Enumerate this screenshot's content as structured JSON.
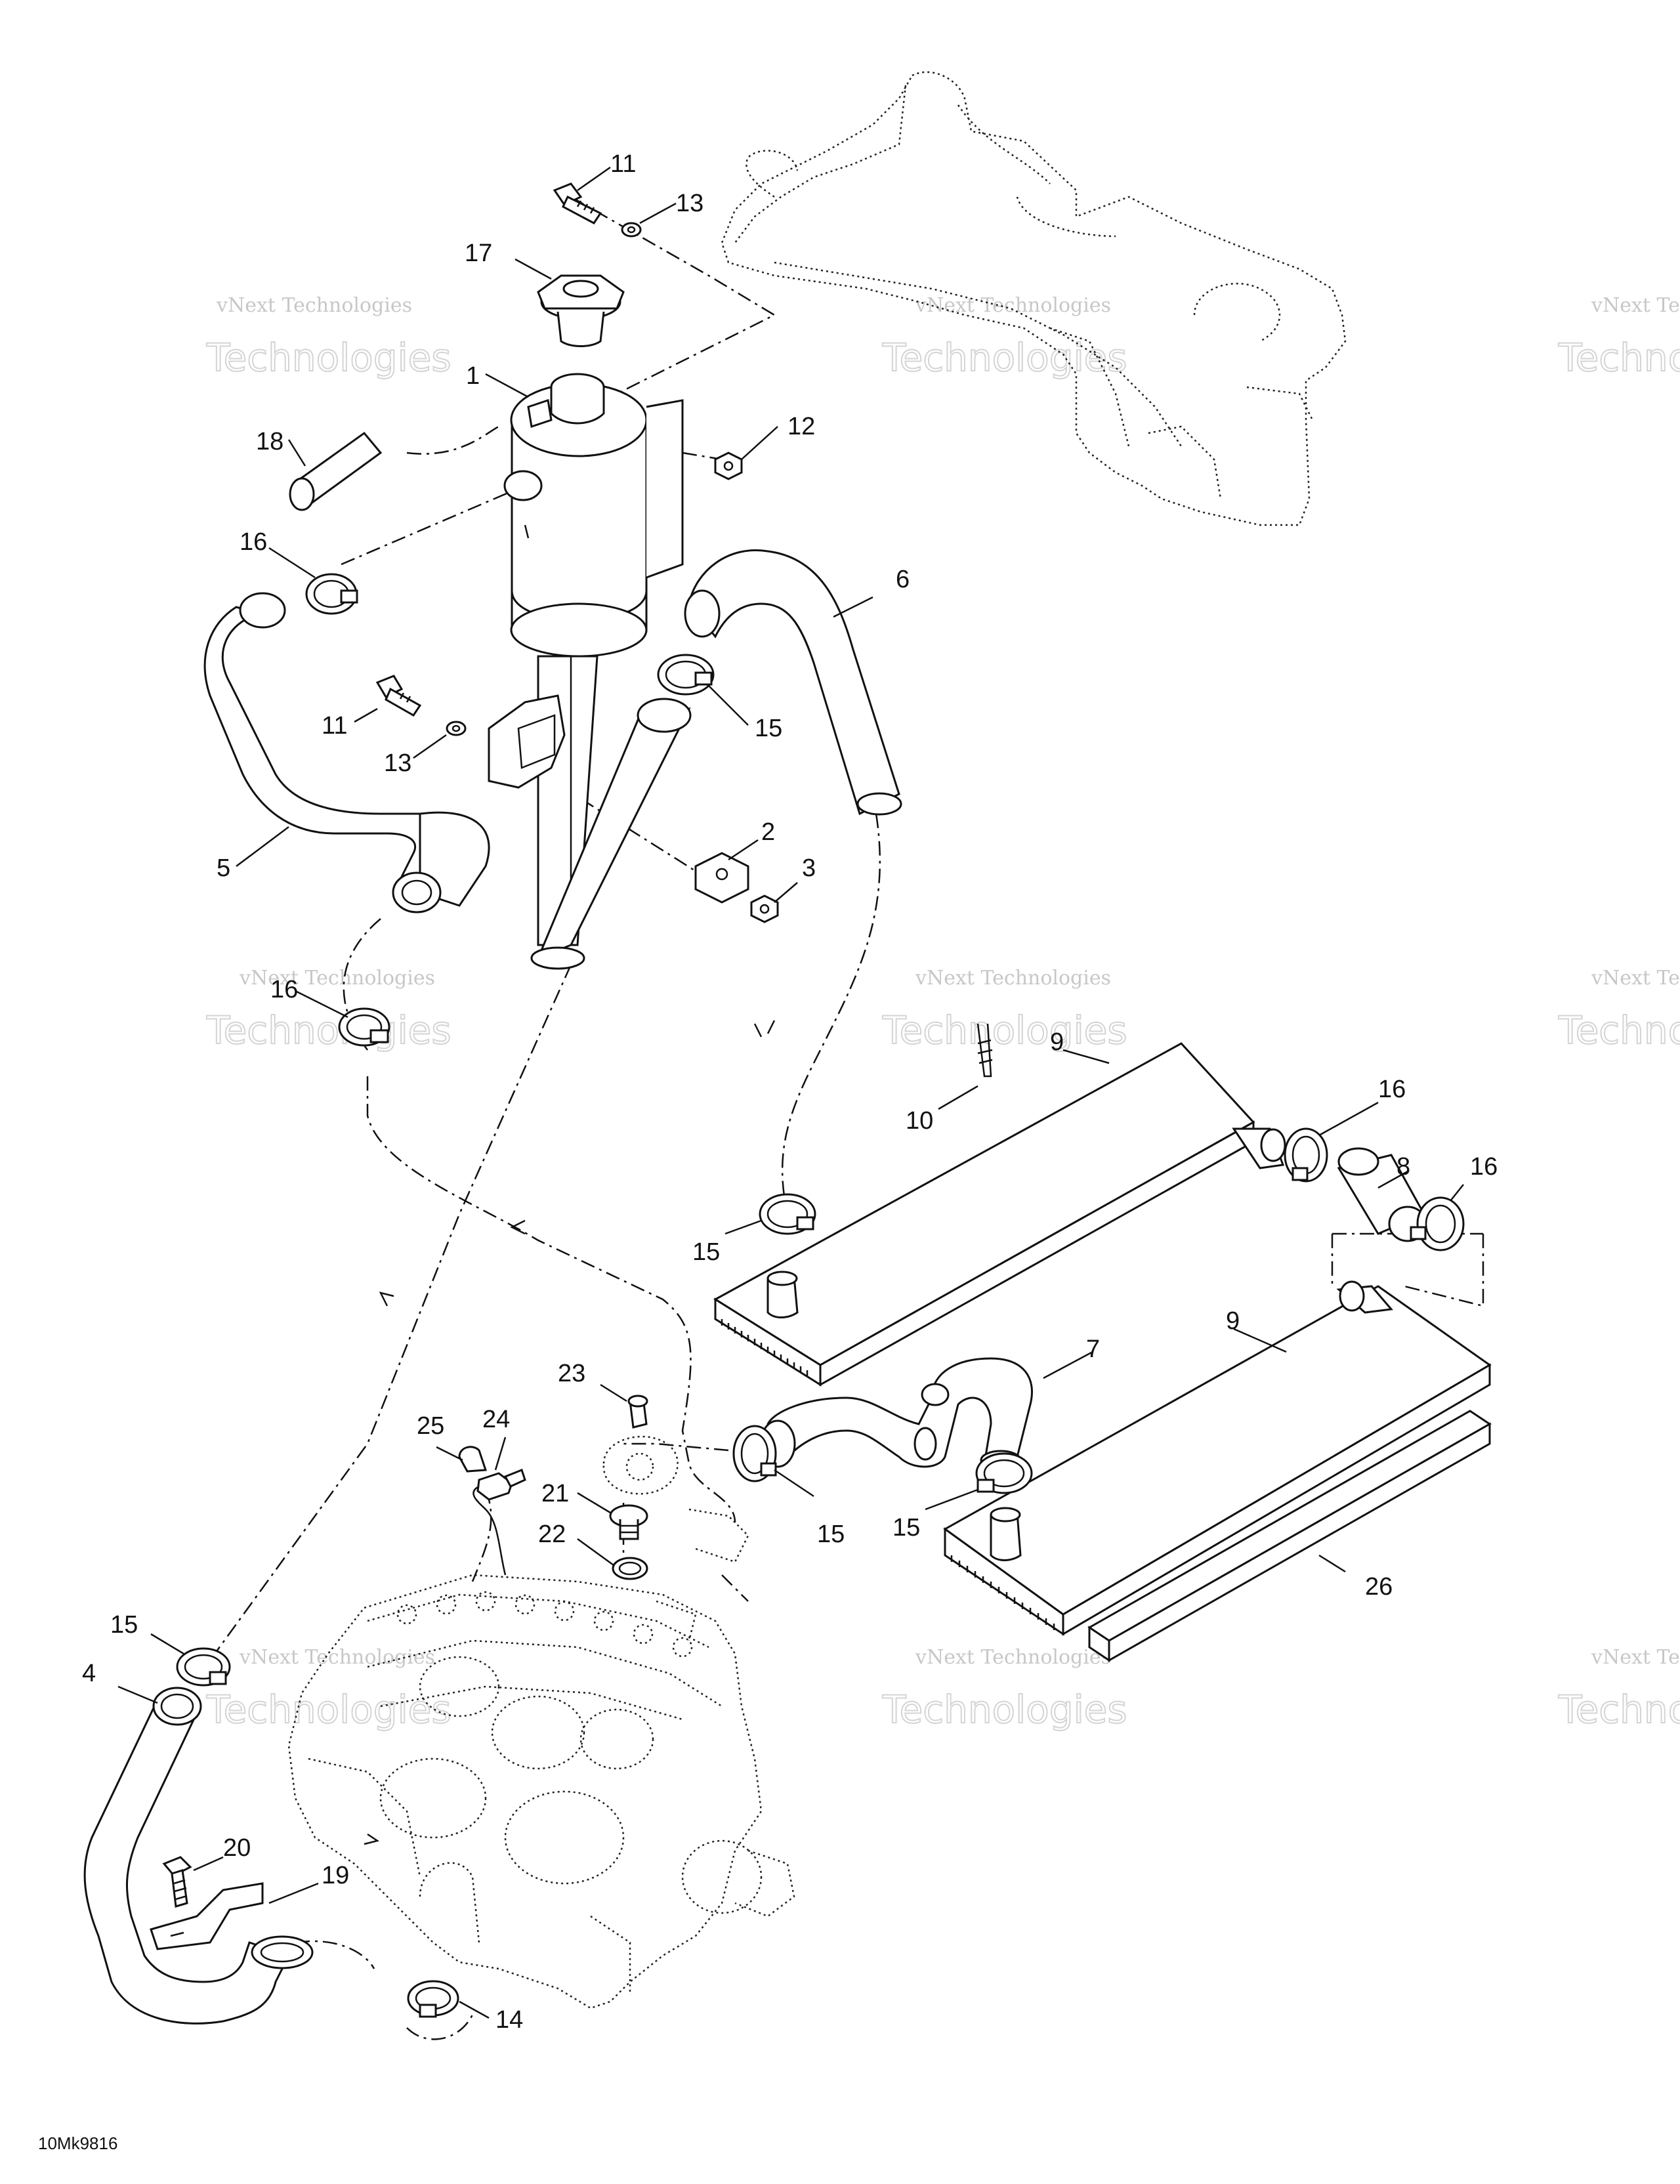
{
  "drawing_ref": "10Mk9816",
  "watermark": {
    "line1": "vNext Technologies",
    "line2": "Technologies",
    "line2_alt": "Technol"
  },
  "callouts": {
    "c1": "1",
    "c2": "2",
    "c3": "3",
    "c4": "4",
    "c5": "5",
    "c6": "6",
    "c7": "7",
    "c8": "8",
    "c9a": "9",
    "c9b": "9",
    "c10": "10",
    "c11a": "11",
    "c11b": "11",
    "c12": "12",
    "c13a": "13",
    "c13b": "13",
    "c14": "14",
    "c15a": "15",
    "c15b": "15",
    "c15c": "15",
    "c15d": "15",
    "c15e": "15",
    "c16a": "16",
    "c16b": "16",
    "c16c": "16",
    "c16d": "16",
    "c17": "17",
    "c18": "18",
    "c19": "19",
    "c20": "20",
    "c21": "21",
    "c22": "22",
    "c23": "23",
    "c24": "24",
    "c25": "25",
    "c26": "26"
  }
}
